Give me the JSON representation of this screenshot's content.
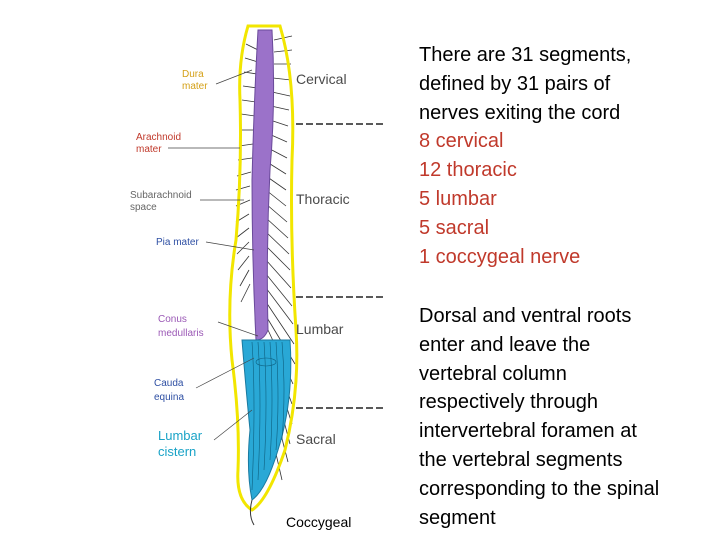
{
  "diagram": {
    "left_labels": [
      {
        "line1": "Dura",
        "line2": "mater",
        "color": "#d4a017"
      },
      {
        "line1": "Arachnoid",
        "line2": "mater",
        "color": "#c0392b"
      },
      {
        "line1": "Subarachnoid",
        "line2": "space",
        "color": "#666666"
      },
      {
        "line1": "Pia mater",
        "line2": "",
        "color": "#2e4fa3"
      },
      {
        "line1": "Conus",
        "line2": "medullaris",
        "color": "#9b59b6"
      },
      {
        "line1": "Cauda",
        "line2": "equina",
        "color": "#2e4fa3"
      },
      {
        "line1": "Lumbar",
        "line2": "cistern",
        "color": "#1aa3c7"
      }
    ],
    "regions": [
      "Cervical",
      "Thoracic",
      "Lumbar",
      "Sacral"
    ],
    "coccygeal": "Coccygeal",
    "colors": {
      "cord": "#9b72c9",
      "cauda": "#29a8d6",
      "dura": "#f2e600"
    }
  },
  "text": {
    "intro": [
      "There are 31 segments,",
      "defined by 31 pairs of",
      "nerves exiting the cord"
    ],
    "list": [
      "8 cervical",
      "12 thoracic",
      "5 lumbar",
      "5 sacral",
      "1 coccygeal nerve"
    ],
    "roots": [
      "Dorsal and ventral roots",
      "enter and leave the",
      "vertebral column",
      "respectively through",
      "intervertebral foramen at",
      "the vertebral segments",
      "corresponding to the spinal",
      "segment"
    ]
  }
}
